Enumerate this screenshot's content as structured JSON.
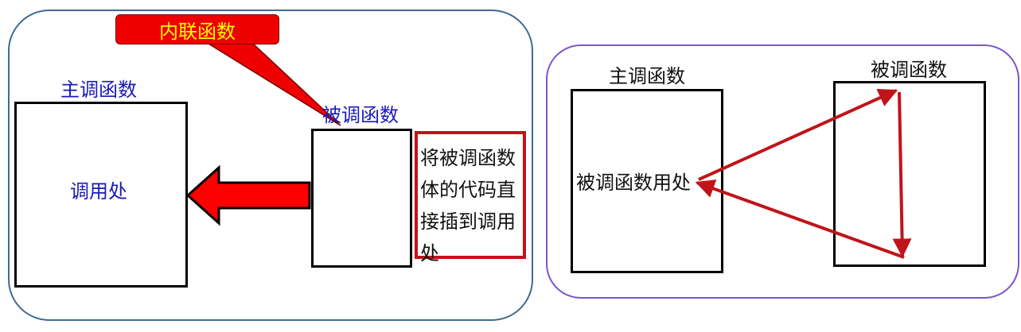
{
  "inline_section": {
    "callout": "内联函数",
    "main_func_label": "主调函数",
    "call_site_label": "调用处",
    "callee_label": "被调函数",
    "note": "将被调函数体的代码直接插到调用处"
  },
  "normal_section": {
    "main_func_label": "主调函数",
    "callee_label": "被调函数",
    "call_site_label": "被调函数用处"
  },
  "colors": {
    "left_panel_border": "#3f6b93",
    "right_panel_border": "#7a55cc",
    "arrow_red": "#ff0000",
    "flow_red": "#c0141a",
    "callout_text": "#ffff00",
    "label_blue": "#1a1ab8"
  }
}
